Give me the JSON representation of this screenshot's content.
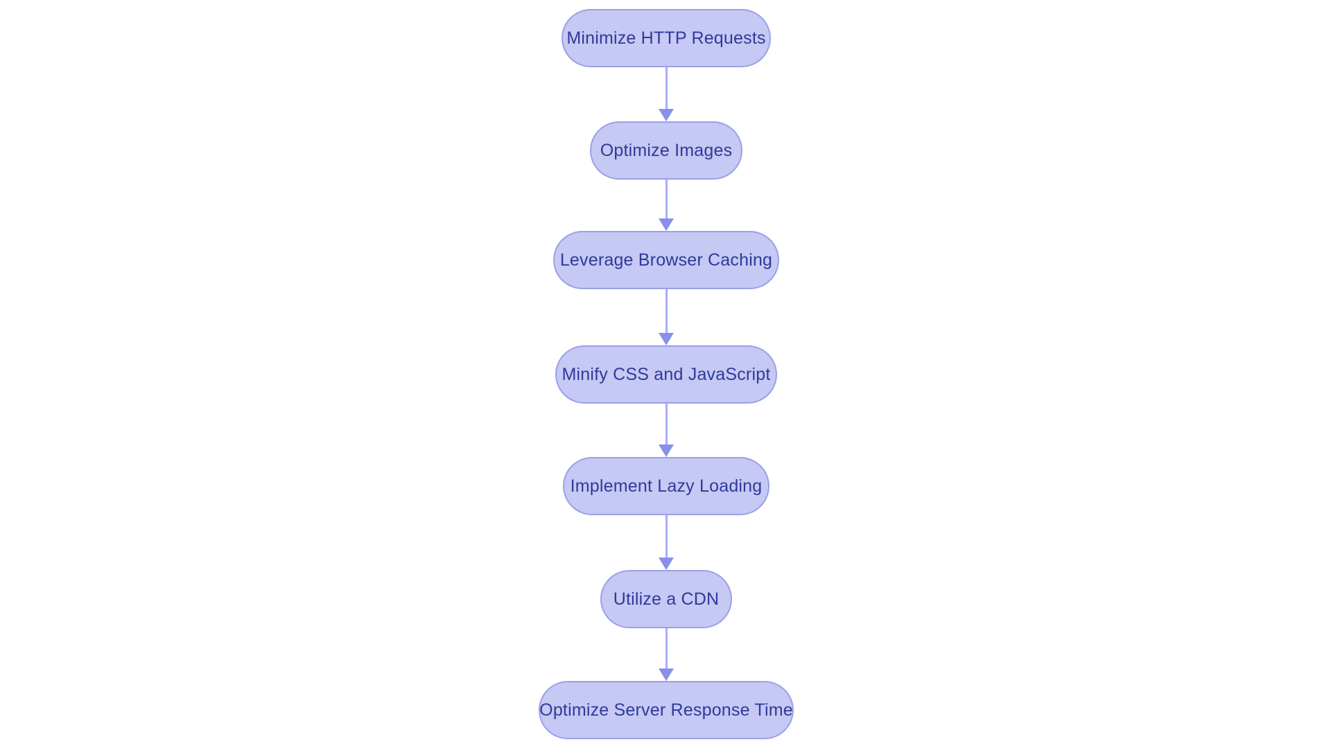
{
  "diagram": {
    "type": "flowchart",
    "direction": "top-down",
    "nodes": [
      {
        "label": "Minimize HTTP Requests"
      },
      {
        "label": "Optimize Images"
      },
      {
        "label": "Leverage Browser Caching"
      },
      {
        "label": "Minify CSS and JavaScript"
      },
      {
        "label": "Implement Lazy Loading"
      },
      {
        "label": "Utilize a CDN"
      },
      {
        "label": "Optimize Server Response Time"
      }
    ],
    "edges": [
      {
        "from": 0,
        "to": 1
      },
      {
        "from": 1,
        "to": 2
      },
      {
        "from": 2,
        "to": 3
      },
      {
        "from": 3,
        "to": 4
      },
      {
        "from": 4,
        "to": 5
      },
      {
        "from": 5,
        "to": 6
      }
    ]
  },
  "colors": {
    "background": "#ffffff",
    "node_fill": "#c5c9f3",
    "node_border": "#9aa0e8",
    "node_text": "#30399b",
    "arrow_head": "#8890ea",
    "arrow_stem": "#a8aef2"
  }
}
